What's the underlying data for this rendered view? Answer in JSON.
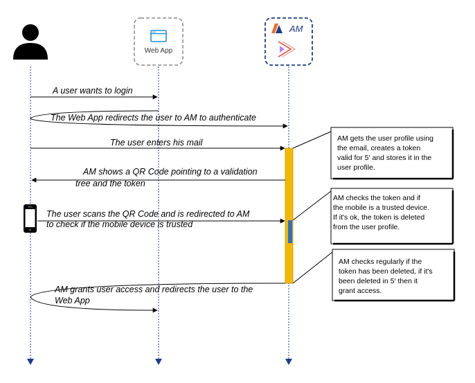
{
  "participants": {
    "user": {
      "icon": "user-icon"
    },
    "webapp": {
      "label": "Web App",
      "icon": "browser-window-icon"
    },
    "am": {
      "label": "AM",
      "icon": "am-logo-icon"
    }
  },
  "messages": [
    {
      "lines": [
        "A user wants to login"
      ]
    },
    {
      "lines": [
        "The Web App redirects the user to AM to authenticate"
      ]
    },
    {
      "lines": [
        "The user enters his mail"
      ]
    },
    {
      "lines": [
        "AM shows a QR Code pointing to a validation",
        "tree and the token"
      ]
    },
    {
      "lines": [
        "The user scans the QR Code and is redirected to AM",
        "to check if the mobile device is trusted"
      ]
    },
    {
      "lines": [
        "AM grants user access and redirects the user to the",
        "Web App"
      ]
    }
  ],
  "notes": [
    {
      "lines": [
        "AM gets the user profile using",
        "the email, creates a token",
        "valid for 5' and stores it in the",
        "user profile."
      ]
    },
    {
      "lines": [
        "AM checks the token and if",
        "the mobile is a trusted device.",
        "If it's ok, the token is deleted",
        "from the user profile."
      ]
    },
    {
      "lines": [
        "AM checks regularly if the",
        "token has been deleted, if it's",
        "been deleted in 5' then it",
        "grant access."
      ]
    }
  ],
  "colors": {
    "lifeline": "#1f3b8c",
    "activation": "#f5b800",
    "activation_inner": "#2f6fc0",
    "am_border": "#1f3b8c",
    "webapp_border": "#888888"
  }
}
